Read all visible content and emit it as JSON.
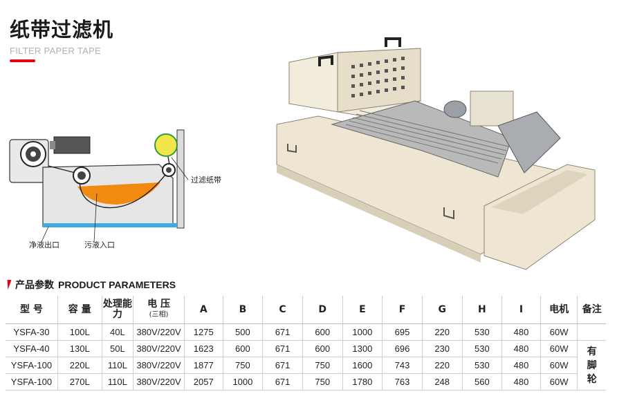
{
  "title_cn": "纸带过滤机",
  "title_en": "FILTER PAPER TAPE",
  "diagram": {
    "label_paper": "过滤纸带",
    "label_clean_outlet": "净液出口",
    "label_dirty_inlet": "污液入口"
  },
  "params": {
    "title_cn": "产品参数",
    "title_en": "PRODUCT PARAMETERS",
    "headers": [
      {
        "main": "型 号",
        "sub": ""
      },
      {
        "main": "容 量",
        "sub": ""
      },
      {
        "main": "处理能力",
        "sub": ""
      },
      {
        "main": "电 压",
        "sub": "(三相)"
      },
      {
        "main": "A",
        "sub": ""
      },
      {
        "main": "B",
        "sub": ""
      },
      {
        "main": "C",
        "sub": ""
      },
      {
        "main": "D",
        "sub": ""
      },
      {
        "main": "E",
        "sub": ""
      },
      {
        "main": "F",
        "sub": ""
      },
      {
        "main": "G",
        "sub": ""
      },
      {
        "main": "H",
        "sub": ""
      },
      {
        "main": "I",
        "sub": ""
      },
      {
        "main": "电机",
        "sub": ""
      },
      {
        "main": "备注",
        "sub": ""
      }
    ],
    "rows": [
      [
        "YSFA-30",
        "100L",
        "40L",
        "380V/220V",
        "1275",
        "500",
        "671",
        "600",
        "1000",
        "695",
        "220",
        "530",
        "480",
        "60W"
      ],
      [
        "YSFA-40",
        "130L",
        "50L",
        "380V/220V",
        "1623",
        "600",
        "671",
        "600",
        "1300",
        "696",
        "230",
        "530",
        "480",
        "60W"
      ],
      [
        "YSFA-100",
        "220L",
        "110L",
        "380V/220V",
        "1877",
        "750",
        "671",
        "750",
        "1600",
        "743",
        "220",
        "530",
        "480",
        "60W"
      ],
      [
        "YSFA-100",
        "270L",
        "110L",
        "380V/220V",
        "2057",
        "1000",
        "671",
        "750",
        "1780",
        "763",
        "248",
        "560",
        "480",
        "60W"
      ]
    ],
    "remark": [
      "有",
      "脚",
      "轮"
    ]
  },
  "colors": {
    "accent": "#e60012",
    "paper_roll": "#f2e64a",
    "paper_roll_stroke": "#2e9c3a",
    "dirty_liquid": "#f08a10",
    "clean_liquid": "#3fa9e0",
    "machine_body": "#eee6d3"
  }
}
